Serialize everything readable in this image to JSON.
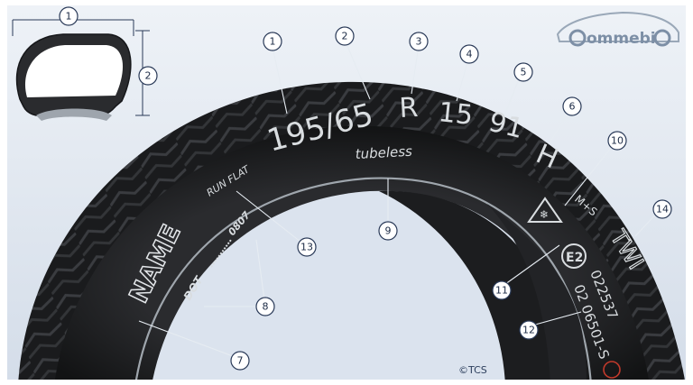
{
  "brand": {
    "logo_text": "ommebi"
  },
  "copyright": "©TCS",
  "tire_markings": {
    "size": "195/65",
    "construction": "R",
    "rim": "15",
    "load_index": "91",
    "speed_rating": "H",
    "tube_type": "tubeless",
    "run_flat": "RUN FLAT",
    "dot_prefix": "DOT",
    "dot_date": "0807",
    "name": "NAME",
    "mud_snow": "M+S",
    "twi": "TWI",
    "ece_mark": "E2",
    "ece_code_1": "022537",
    "ece_code_2": "02  06501-S"
  },
  "callouts": [
    {
      "n": "1"
    },
    {
      "n": "2"
    },
    {
      "n": "1"
    },
    {
      "n": "2"
    },
    {
      "n": "3"
    },
    {
      "n": "4"
    },
    {
      "n": "5"
    },
    {
      "n": "6"
    },
    {
      "n": "7"
    },
    {
      "n": "8"
    },
    {
      "n": "9"
    },
    {
      "n": "10"
    },
    {
      "n": "11"
    },
    {
      "n": "12"
    },
    {
      "n": "13"
    },
    {
      "n": "14"
    }
  ],
  "colors": {
    "background": "#dfe6ef",
    "tire": "#1c1d1f",
    "sidewall_text": "#d9dde0",
    "callout_ring": "#2a3a58"
  }
}
